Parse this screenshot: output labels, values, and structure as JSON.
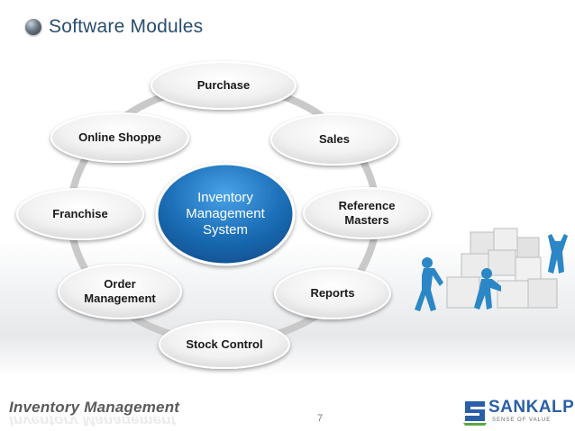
{
  "header": {
    "title": "Software Modules"
  },
  "diagram": {
    "center": {
      "label": "Inventory Management System"
    },
    "nodes": [
      {
        "label": "Purchase"
      },
      {
        "label": "Sales"
      },
      {
        "label": "Reference Masters"
      },
      {
        "label": "Reports"
      },
      {
        "label": "Stock Control"
      },
      {
        "label": "Order Management"
      },
      {
        "label": "Franchise"
      },
      {
        "label": "Online Shoppe"
      }
    ]
  },
  "footer": {
    "title": "Inventory Management",
    "page_number": "7"
  },
  "logo": {
    "name": "SANKALP",
    "tagline": "SENSE OF VALUE"
  },
  "colors": {
    "title": "#2a4d6e",
    "center_fill": "#1c6fb8",
    "ring": "#c9c9c9",
    "node_fill": "#f3f3f3",
    "logo_blue": "#2a5fa8",
    "logo_green": "#5aa846"
  }
}
